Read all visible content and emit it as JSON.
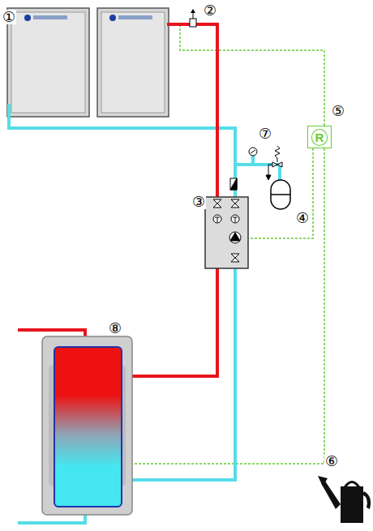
{
  "diagram": {
    "nodes": [
      {
        "text": [
          "R"
        ]
      }
    ],
    "labels": [
      "①",
      "②",
      "③",
      "④",
      "⑤",
      "⑥",
      "⑦",
      "⑧"
    ]
  }
}
